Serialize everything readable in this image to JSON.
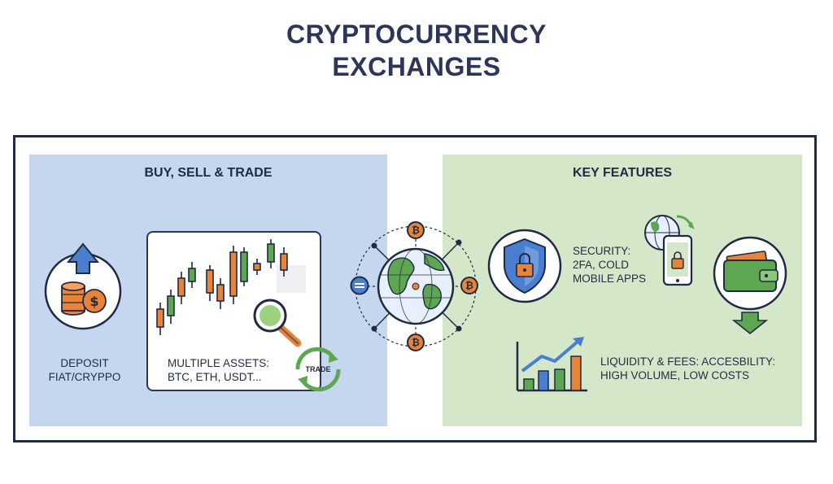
{
  "title": {
    "line1": "CRYPTOCURRENCY",
    "line2": "EXCHANGES"
  },
  "left_panel": {
    "heading": "BUY, SELL & TRADE",
    "deposit": {
      "line1": "DEPOSIT",
      "line2": "FIAT/CRYPPO"
    },
    "assets": {
      "line1": "MULTIPLE ASSETS:",
      "line2": "BTC, ETH, USDT..."
    },
    "trade_label": "TRADE"
  },
  "right_panel": {
    "heading": "KEY FEATURES",
    "security": {
      "line1": "SECURITY:",
      "line2": "2FA, COLD",
      "line3": "MOBILE APPS"
    },
    "liquidity": {
      "line1": "LIQUIDITY & FEES:  ACCESBILITY:",
      "line2": "HIGH VOLUME, LOW COSTS"
    }
  },
  "coin_symbol": "₿",
  "colors": {
    "navy": "#1f2a44",
    "blue_panel": "#c5d7ef",
    "green_panel": "#d4e8c9",
    "orange": "#e8833a",
    "green": "#5fa653",
    "blue": "#4a7fd0"
  }
}
